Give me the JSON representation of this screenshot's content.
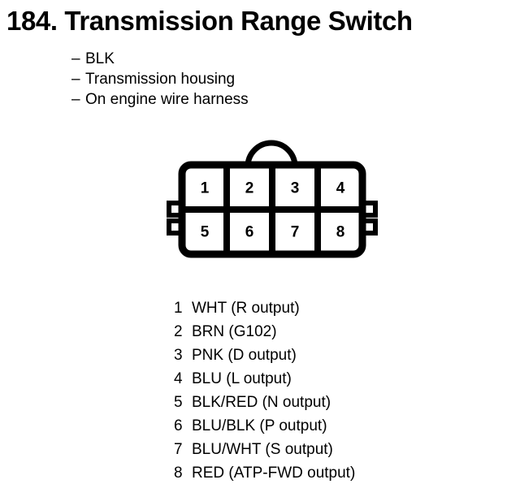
{
  "title": "184. Transmission Range Switch",
  "specs": {
    "dash": "–",
    "items": [
      "BLK",
      "Transmission housing",
      "On engine wire harness"
    ]
  },
  "connector": {
    "type": "8-pin rectangular connector",
    "top_row": [
      "1",
      "2",
      "3",
      "4"
    ],
    "bottom_row": [
      "5",
      "6",
      "7",
      "8"
    ],
    "latch": "semicircular latch tab on top edge",
    "side_tabs": 4,
    "stroke_color": "#000000",
    "fill_color": "#ffffff"
  },
  "legend": [
    {
      "pin": "1",
      "desc": "WHT (R output)"
    },
    {
      "pin": "2",
      "desc": "BRN (G102)"
    },
    {
      "pin": "3",
      "desc": "PNK (D output)"
    },
    {
      "pin": "4",
      "desc": "BLU (L output)"
    },
    {
      "pin": "5",
      "desc": "BLK/RED (N output)"
    },
    {
      "pin": "6",
      "desc": "BLU/BLK (P output)"
    },
    {
      "pin": "7",
      "desc": "BLU/WHT (S output)"
    },
    {
      "pin": "8",
      "desc": "RED (ATP-FWD output)"
    }
  ]
}
